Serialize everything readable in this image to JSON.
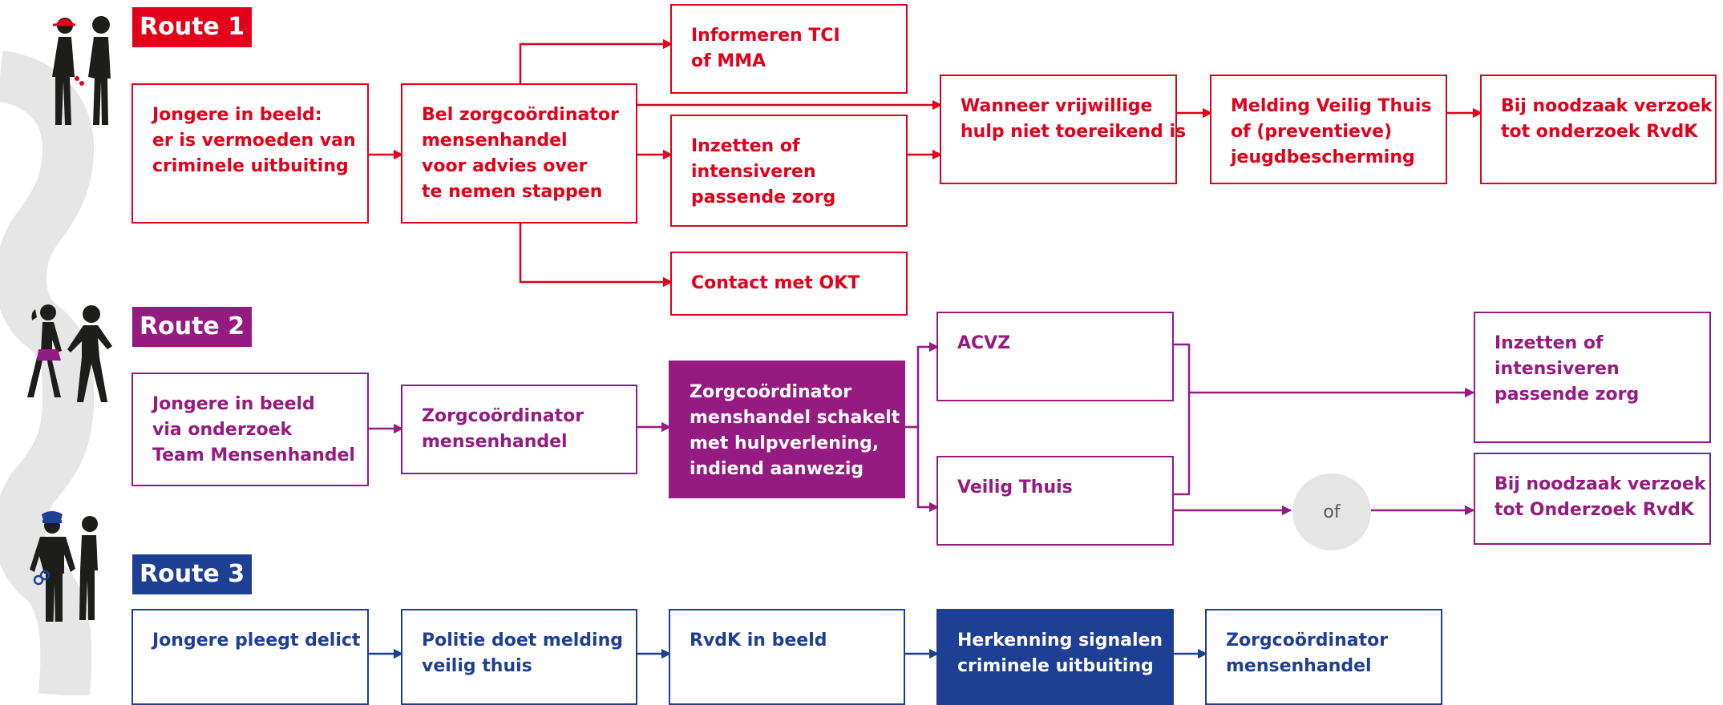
{
  "colors": {
    "route1": "#e2001a",
    "route2": "#951b81",
    "route3": "#1d3f94",
    "path_bg": "#e6e6e6",
    "figure": "#1d1d1b"
  },
  "route1": {
    "label": "Route 1",
    "start": [
      "Jongere in beeld:",
      "er is vermoeden van",
      "criminele uitbuiting"
    ],
    "call": [
      "Bel zorgcoördinator",
      "mensenhandel",
      "voor advies over",
      "te nemen stappen"
    ],
    "inform": [
      "Informeren TCI",
      "of MMA"
    ],
    "care": [
      "Inzetten of",
      "intensiveren",
      "passende zorg"
    ],
    "okt": [
      "Contact met OKT"
    ],
    "voluntary": [
      "Wanneer vrijwillige",
      "hulp niet toereikend is"
    ],
    "report": [
      "Melding Veilig Thuis",
      "of (preventieve)",
      "jeugdbescherming"
    ],
    "request": [
      "Bij noodzaak verzoek",
      "tot onderzoek RvdK"
    ]
  },
  "route2": {
    "label": "Route 2",
    "start": [
      "Jongere in beeld",
      "via onderzoek",
      "Team Mensenhandel"
    ],
    "coord": [
      "Zorgcoördinator",
      "mensenhandel"
    ],
    "switch": [
      "Zorgcoördinator",
      "menshandel schakelt",
      "met hulpverlening,",
      "indiend aanwezig"
    ],
    "acvz": [
      "ACVZ"
    ],
    "vt": [
      "Veilig Thuis"
    ],
    "care": [
      "Inzetten of",
      "intensiveren",
      "passende zorg"
    ],
    "request": [
      "Bij noodzaak verzoek",
      "tot Onderzoek RvdK"
    ],
    "or": "of"
  },
  "route3": {
    "label": "Route 3",
    "start": [
      "Jongere pleegt delict"
    ],
    "police": [
      "Politie doet melding",
      "veilig thuis"
    ],
    "rvdk": [
      "RvdK in beeld"
    ],
    "signals": [
      "Herkenning signalen",
      "criminele uitbuiting"
    ],
    "coord": [
      "Zorgcoördinator",
      "mensenhandel"
    ]
  }
}
